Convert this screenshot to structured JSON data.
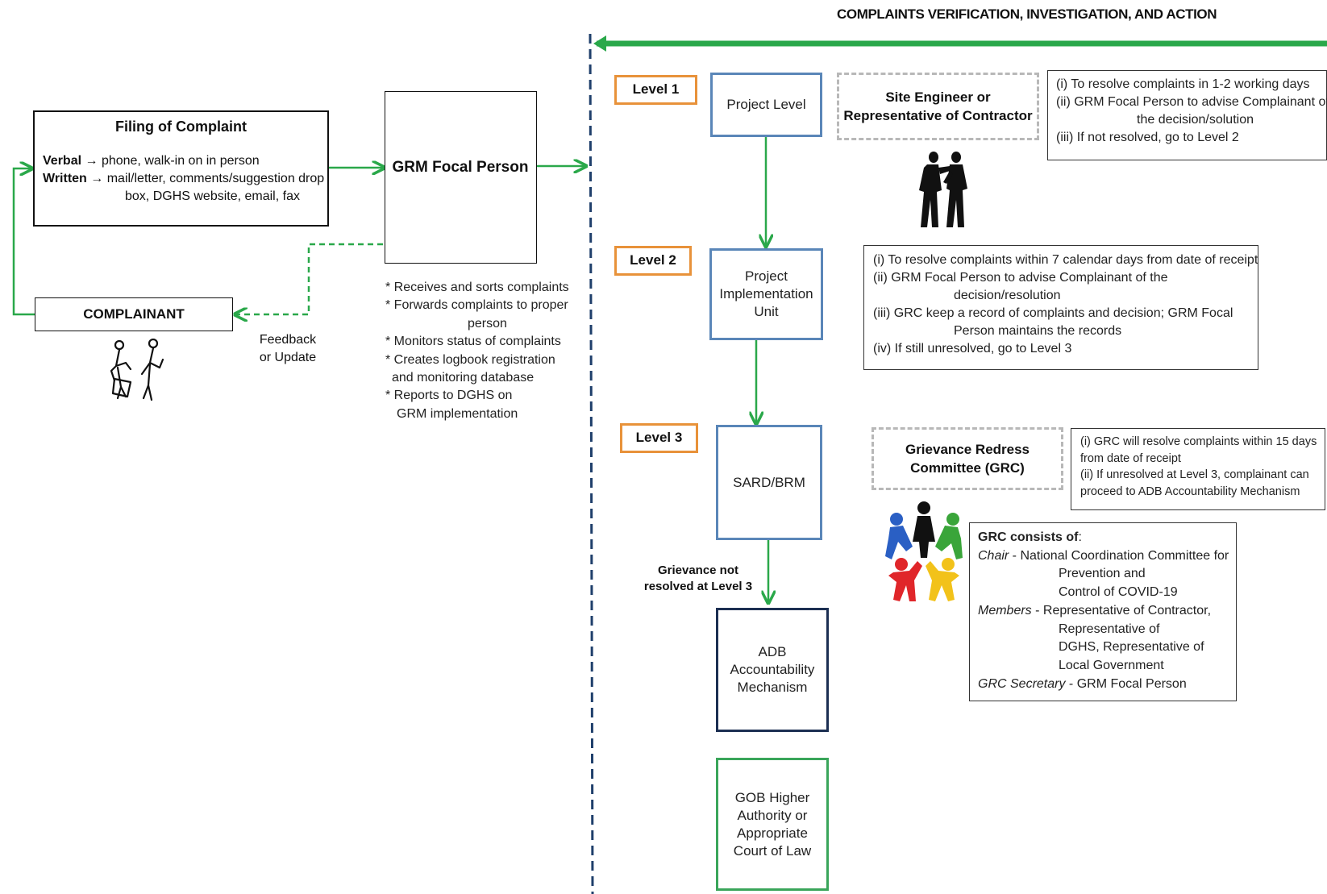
{
  "header": {
    "title": "COMPLAINTS VERIFICATION, INVESTIGATION, AND ACTION"
  },
  "filing": {
    "title": "Filing of Complaint",
    "verbal_label": "Verbal",
    "verbal_text": "phone, walk-in on in person",
    "written_label": "Written",
    "written_text_1": "mail/letter, comments/suggestion drop",
    "written_text_2": "box, DGHS website, email, fax",
    "arrow_symbol": "→"
  },
  "complainant": {
    "label": "COMPLAINANT"
  },
  "feedback": {
    "line1": "Feedback",
    "line2": "or Update"
  },
  "focal_person": {
    "title": "GRM Focal Person",
    "duties": [
      "* Receives and sorts complaints",
      "* Forwards complaints to proper",
      "person",
      "* Monitors status of complaints",
      "* Creates logbook registration",
      "and monitoring database",
      "* Reports to  DGHS on",
      "GRM implementation"
    ]
  },
  "levels": [
    {
      "label": "Level 1",
      "stage": "Project Level",
      "handler": [
        "Site Engineer or",
        "Representative of Contractor"
      ],
      "notes": [
        "(i) To resolve complaints in 1-2 working days",
        "(ii) GRM Focal Person to advise Complainant of",
        "the decision/solution",
        "(iii) If not resolved, go to Level 2"
      ]
    },
    {
      "label": "Level 2",
      "stage": [
        "Project",
        "Implementation",
        "Unit"
      ],
      "notes": [
        "(i) To resolve complaints within 7 calendar days  from date of receipt",
        "(ii) GRM Focal Person to advise Complainant of  the",
        "decision/resolution",
        "(iii) GRC keep a record of complaints and decision; GRM Focal",
        "Person maintains the records",
        "(iv) If still unresolved, go to Level 3"
      ]
    },
    {
      "label": "Level 3",
      "stage": "SARD/BRM",
      "handler": [
        "Grievance Redress",
        "Committee (GRC)"
      ],
      "notes": [
        "(i) GRC will resolve  complaints within 15 days",
        "from date of receipt",
        "(ii) If unresolved  at Level  3, complainant can",
        "proceed  to ADB Accountability Mechanism"
      ]
    }
  ],
  "grc_members": {
    "title": "GRC consists of",
    "title_suffix": ":",
    "chair_label": "Chair",
    "chair_text_1": " - National Coordination Committee for",
    "chair_text_2": "Prevention and",
    "chair_text_3": "Control of COVID-19",
    "members_label": "Members",
    "members_text_1": " - Representative of Contractor,",
    "members_text_2": "Representative of",
    "members_text_3": "DGHS, Representative of",
    "members_text_4": "Local Government",
    "secretary_label": "GRC Secretary",
    "secretary_text": " - GRM Focal Person"
  },
  "unresolved": {
    "line1": "Grievance not",
    "line2": "resolved  at Level 3"
  },
  "adb": [
    "ADB",
    "Accountability",
    "Mechanism"
  ],
  "gob": [
    "GOB Higher",
    "Authority  or",
    "Appropriate",
    "Court of Law"
  ],
  "colors": {
    "arrow_green": "#2aa84a",
    "divider_blue": "#1f3f6b",
    "level_orange": "#e8923a",
    "stage_blue": "#5a86b8",
    "adb_navy": "#1c2f52",
    "gob_green": "#3aa55a",
    "dashed_gray": "#b8b8b8"
  },
  "icons": [
    "two-people-talking-icon",
    "complainant-people-icon",
    "grc-circle-of-people-icon"
  ]
}
